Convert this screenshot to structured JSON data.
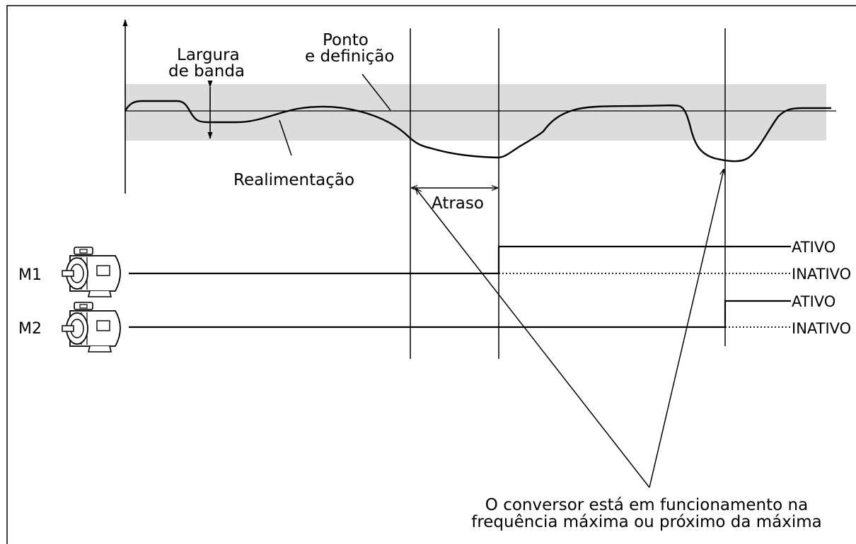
{
  "labels": {
    "bandwidth_line1": "Largura",
    "bandwidth_line2": "de banda",
    "setpoint_line1": "Ponto",
    "setpoint_line2": "e definição",
    "feedback": "Realimentação",
    "delay": "Atraso",
    "note_line1": "O conversor está em funcionamento na",
    "note_line2": "frequência máxima ou próximo da máxima"
  },
  "motors": [
    {
      "id": "M1",
      "state_on": "ATIVO",
      "state_off": "INATIVO"
    },
    {
      "id": "M2",
      "state_on": "ATIVO",
      "state_off": "INATIVO"
    }
  ],
  "colors": {
    "band_fill": "#dcdcdc",
    "line": "#000000"
  },
  "icons": [
    "motor-icon",
    "motor-icon"
  ]
}
